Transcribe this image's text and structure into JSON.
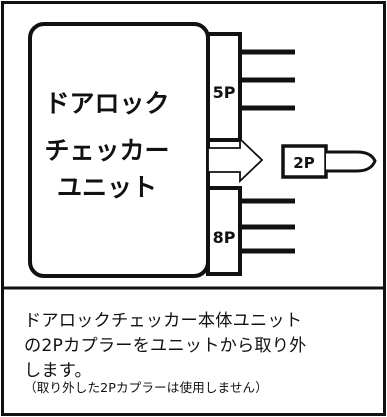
{
  "unit_label": [
    "ドアロック",
    "チェッカー",
    "ユニット"
  ],
  "connector_5p": "5P",
  "connector_8p": "8P",
  "coupler_2p": "2P",
  "caption": {
    "lines": [
      "ドアロックチェッカー本体ユニット",
      "の2Pカプラーをユニットから取り外",
      "します。"
    ],
    "note": "（取り外した2Pカプラーは使用しません）"
  },
  "colors": {
    "ink": "#111111",
    "background": "#ffffff"
  },
  "icons": [
    "arrow-right-icon"
  ]
}
